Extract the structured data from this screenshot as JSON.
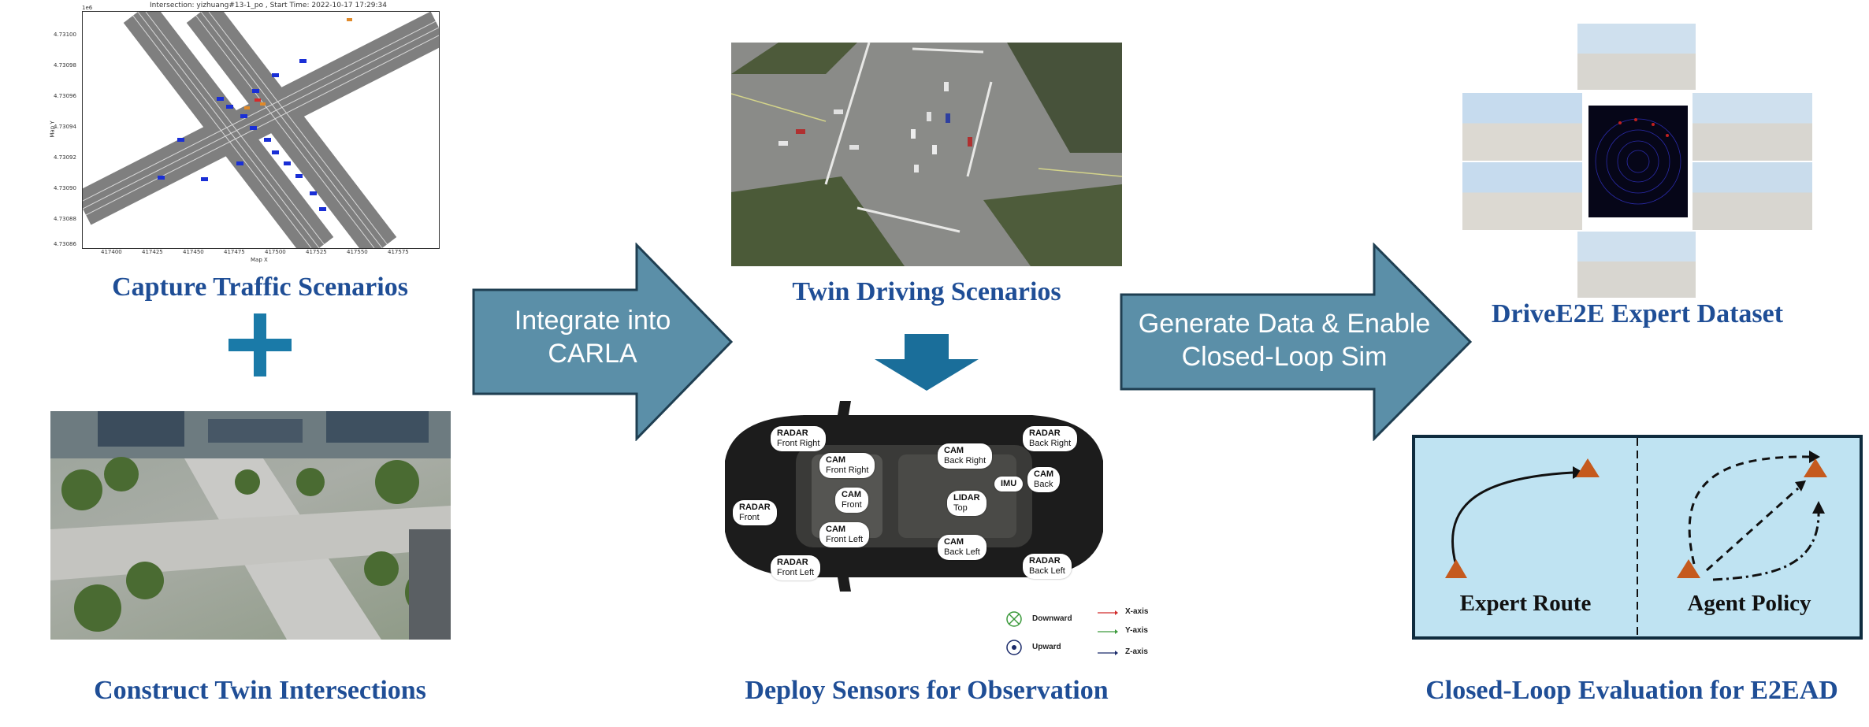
{
  "captions": {
    "capture": "Capture Traffic Scenarios",
    "construct": "Construct Twin Intersections",
    "twin": "Twin Driving Scenarios",
    "deploy": "Deploy Sensors for Observation",
    "dataset": "DriveE2E Expert Dataset",
    "closed_loop": "Closed-Loop Evaluation for E2EAD"
  },
  "arrows": {
    "integrate_line1": "Integrate into",
    "integrate_line2": "CARLA",
    "generate_line1": "Generate Data & Enable",
    "generate_line2": "Closed-Loop Sim"
  },
  "traffic_plot": {
    "title": "Intersection: yizhuang#13-1_po ,  Start Time: 2022-10-17 17:29:34",
    "scale": "1e6",
    "xlabel": "Map X",
    "ylabel": "Map Y",
    "x_ticks": [
      "417400",
      "417425",
      "417450",
      "417475",
      "417500",
      "417525",
      "417550",
      "417575"
    ],
    "y_ticks": [
      "4.73100",
      "4.73098",
      "4.73096",
      "4.73094",
      "4.73092",
      "4.73090",
      "4.73088",
      "4.73086"
    ]
  },
  "sensors": {
    "radar_front_right": [
      "RADAR",
      "Front Right"
    ],
    "radar_front": [
      "RADAR",
      "Front"
    ],
    "radar_front_left": [
      "RADAR",
      "Front Left"
    ],
    "cam_front_right": [
      "CAM",
      "Front Right"
    ],
    "cam_front": [
      "CAM",
      "Front"
    ],
    "cam_front_left": [
      "CAM",
      "Front Left"
    ],
    "cam_back_right": [
      "CAM",
      "Back Right"
    ],
    "cam_back_left": [
      "CAM",
      "Back Left"
    ],
    "lidar_top": [
      "LIDAR",
      "Top"
    ],
    "imu": [
      "IMU",
      ""
    ],
    "cam_back": [
      "CAM",
      "Back"
    ],
    "radar_back_right": [
      "RADAR",
      "Back Right"
    ],
    "radar_back_left": [
      "RADAR",
      "Back Left"
    ]
  },
  "legend": {
    "downward": "Downward",
    "upward": "Upward",
    "x_axis": "X-axis",
    "y_axis": "Y-axis",
    "z_axis": "Z-axis"
  },
  "evaluation": {
    "expert_route": "Expert Route",
    "agent_policy": "Agent Policy"
  },
  "colors": {
    "caption_blue": "#1f4e96",
    "arrow_fill": "#5b8fa8",
    "arrow_stroke": "#1f3f52",
    "eval_bg": "#bfe3f2",
    "triangle": "#c55a1e",
    "plus": "#1a7aa8"
  }
}
